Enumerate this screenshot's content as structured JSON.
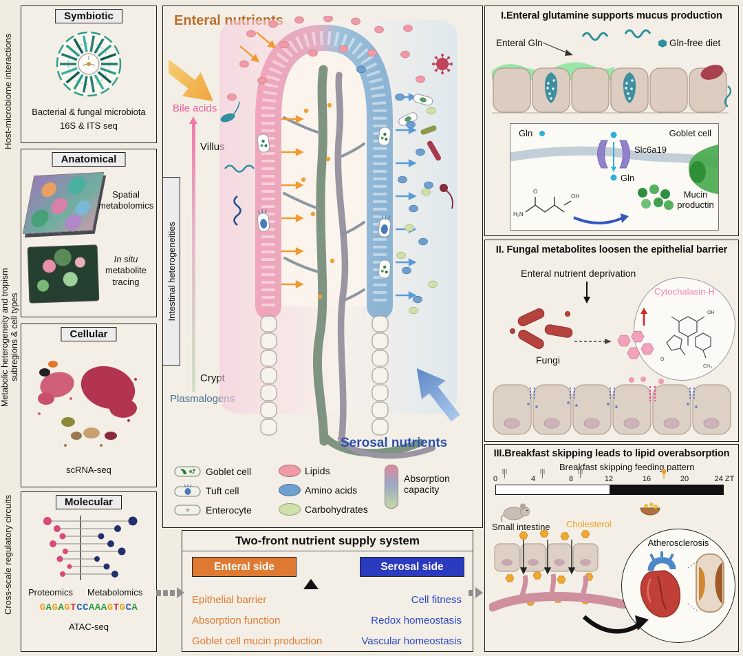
{
  "left": {
    "side_labels": [
      "Host-microbiome interactions",
      "Metabolic heterogeneity and tropism",
      "subregions & cell types",
      "Cross-scale regulatory circuits"
    ],
    "symbiotic": {
      "title": "Symbiotic",
      "caption1": "Bacterial & fungal microbiota",
      "caption2": "16S & ITS seq"
    },
    "anatomical": {
      "title": "Anatomical",
      "caption1": "Spatial metabolomics",
      "caption2_italic": "In situ",
      "caption2_rest": "metabolite tracing"
    },
    "cellular": {
      "title": "Cellular",
      "caption": "scRNA-seq"
    },
    "molecular": {
      "title": "Molecular",
      "caption_left": "Proteomics",
      "caption_right": "Metabolomics",
      "sequence": "GAGAGTCCAAAGTGCA",
      "caption_bottom": "ATAC-seq"
    }
  },
  "center": {
    "enteral_nutrients": "Enteral nutrients",
    "bile_acids": "Bile acids",
    "villus_label": "Villus",
    "side_box": "Intestinal heterogeneities",
    "crypt_label": "Crypt",
    "plasmalogens": "Plasmalogens",
    "serosal_nutrients": "Serosal nutrients",
    "legend": {
      "cells": [
        "Goblet cell",
        "Tuft cell",
        "Enterocyte"
      ],
      "nutrients": [
        "Lipids",
        "Amino acids",
        "Carbohydrates"
      ],
      "absorption": "Absorption capacity"
    }
  },
  "supply": {
    "title": "Two-front nutrient supply system",
    "enteral_header": "Enteral side",
    "serosal_header": "Serosal side",
    "enteral_items": [
      "Epithelial barrier",
      "Absorption function",
      "Goblet cell mucin production"
    ],
    "serosal_items": [
      "Cell fitness",
      "Redox homeostasis",
      "Vascular homeostasis"
    ]
  },
  "panel1": {
    "title": "I.Enteral glutamine supports mucus production",
    "enteral_gln": "Enteral Gln",
    "gln_free_diet": "Gln-free diet",
    "gln_top": "Gln",
    "slc6a19": "Slc6a19",
    "gln_bottom": "Gln",
    "goblet_cell": "Goblet cell",
    "mucin": "Mucin productin",
    "chem_labels": [
      "H₂N",
      "O",
      "OH"
    ]
  },
  "panel2": {
    "title": "II. Fungal metabolites loosen the epithelial barrier",
    "deprivation": "Enteral nutrient deprivation",
    "fungi": "Fungi",
    "cytochalasin": "Cytochalasin-H",
    "chem_labels": [
      "OH",
      "O",
      "CH₃"
    ]
  },
  "panel3": {
    "title": "III.Breakfast skipping leads to lipid overabsorption",
    "feeding_pattern": "Breakfast skipping feeding pattern",
    "ticks": [
      "0",
      "4",
      "8",
      "12",
      "16",
      "20",
      "24 ZT"
    ],
    "small_intestine": "Small intestine",
    "cholesterol": "Cholesterol",
    "atherosclerosis": "Atherosclerosis"
  },
  "colors": {
    "enteral_accent": "#df7a32",
    "serosal_accent": "#2b3fc0",
    "bile_pink": "#ec5f9b",
    "plasmalogen_blue": "#4a6f8e",
    "cytochalasin_pink": "#f089b2",
    "cholesterol_orange": "#e9a224",
    "lipid": "#ef9aa5",
    "amino_acid": "#6f9fd0",
    "carbohydrate": "#cfe0a8"
  }
}
